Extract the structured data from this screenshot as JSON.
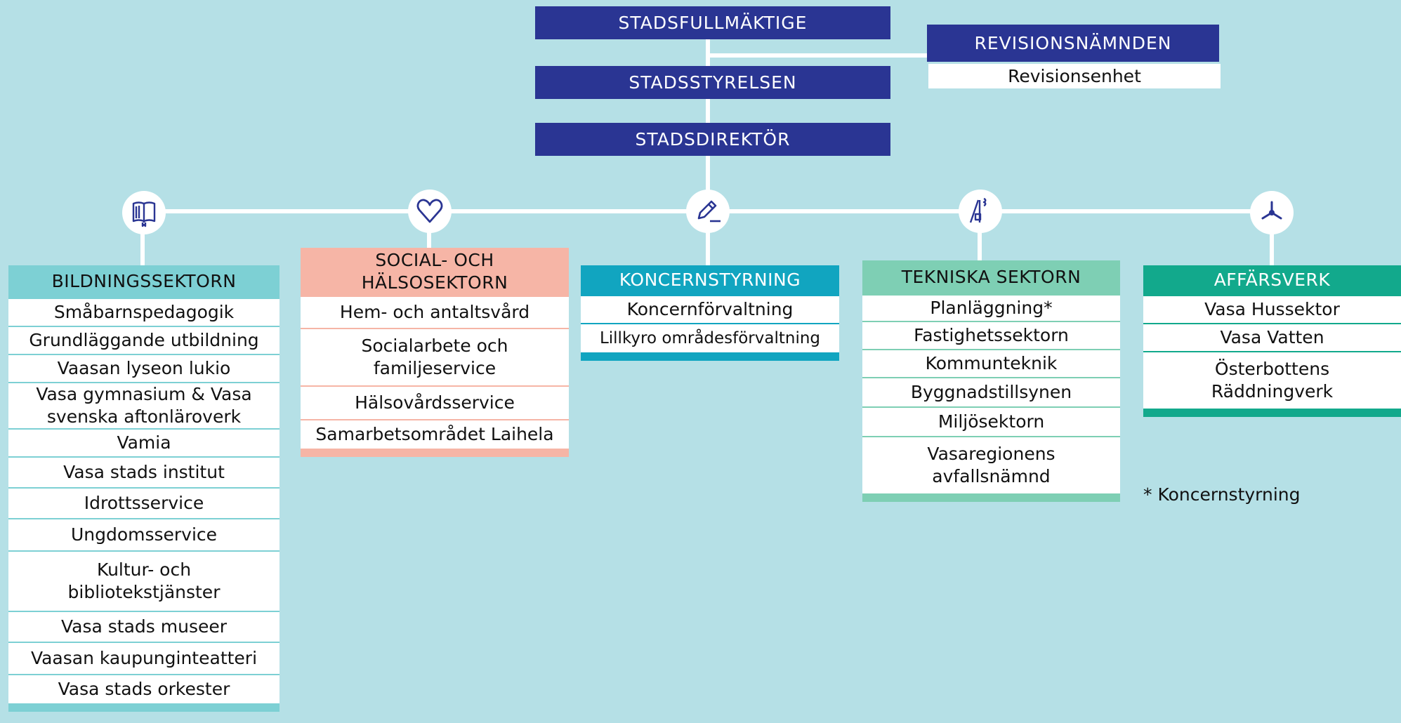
{
  "top": {
    "council": "STADSFULLMÄKTIGE",
    "board": "STADSSTYRELSEN",
    "director": "STADSDIREKTÖR"
  },
  "audit": {
    "title": "REVISIONSNÄMNDEN",
    "unit": "Revisionsenhet"
  },
  "icons": [
    "open-book-icon",
    "heart-icon",
    "pen-icon",
    "compass-icon",
    "wind-turbine-icon"
  ],
  "colors": {
    "navy": "#2a3593",
    "bildning": "#7dd0d4",
    "social": "#f6b5a6",
    "koncern": "#11a5c0",
    "teknik": "#7ecfb4",
    "affar": "#12a98c"
  },
  "sectors": {
    "bildning": {
      "title": "BILDNINGSSEKTORN",
      "items": [
        "Småbarnspedagogik",
        "Grundläggande utbildning",
        "Vaasan lyseon lukio",
        "Vasa gymnasium & Vasa svenska aftonläroverk",
        "Vamia",
        "Vasa stads institut",
        "Idrottsservice",
        "Ungdomsservice",
        "Kultur- och bibliotekstjänster",
        "Vasa stads museer",
        "Vaasan kaupunginteatteri",
        "Vasa stads orkester"
      ]
    },
    "social": {
      "title": "SOCIAL- OCH HÄLSOSEKTORN",
      "items": [
        "Hem- och antaltsvård",
        "Socialarbete och familjeservice",
        "Hälsovårdsservice",
        "Samarbetsområdet Laihela"
      ]
    },
    "koncern": {
      "title": "KONCERNSTYRNING",
      "items": [
        "Koncernförvaltning",
        "Lillkyro områdesförvaltning"
      ]
    },
    "teknik": {
      "title": "TEKNISKA SEKTORN",
      "items": [
        "Planläggning*",
        "Fastighetssektorn",
        "Kommunteknik",
        "Byggnadstillsynen",
        "Miljösektorn",
        "Vasaregionens avfallsnämnd"
      ]
    },
    "affar": {
      "title": "AFFÄRSVERK",
      "items": [
        "Vasa Hussektor",
        "Vasa Vatten",
        "Österbottens Räddningverk"
      ]
    }
  },
  "footnote": "* Koncernstyrning"
}
